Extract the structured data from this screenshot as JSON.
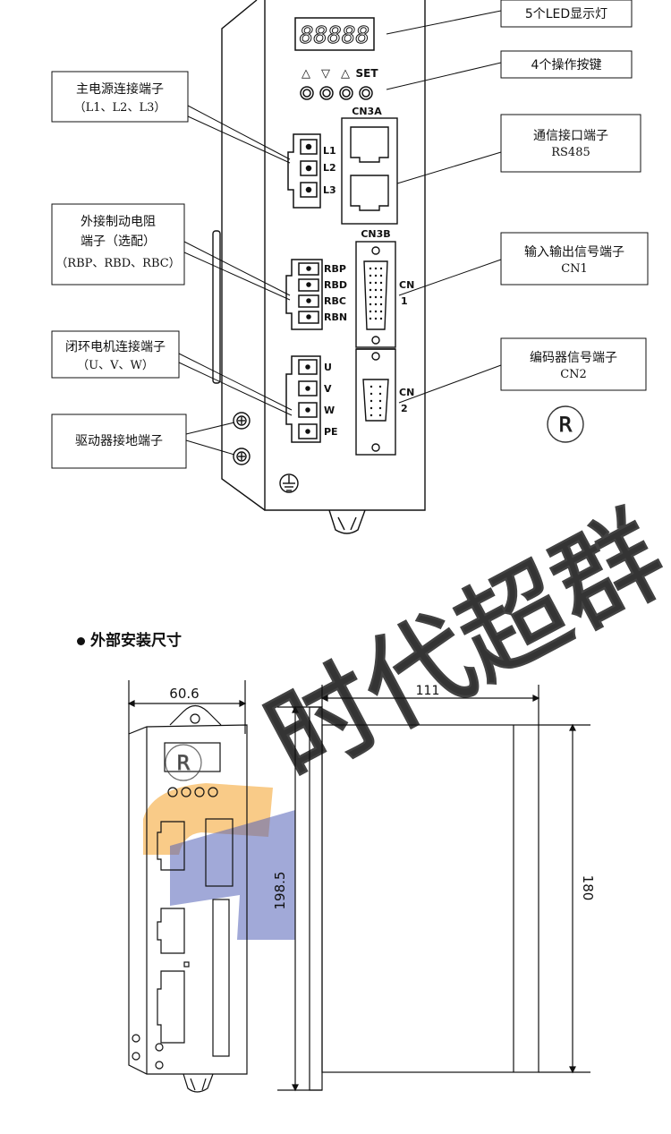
{
  "callouts": {
    "led": "5个LED显示灯",
    "keys": "4个操作按键",
    "main_power_line1": "主电源连接端子",
    "main_power_line2": "（L1、L2、L3）",
    "comm_line1": "通信接口端子",
    "comm_line2": "RS485",
    "brake_line1": "外接制动电阻",
    "brake_line2": "端子（选配）",
    "brake_line3": "（RBP、RBD、RBC）",
    "io_line1": "输入输出信号端子",
    "io_line2": "CN1",
    "motor_line1": "闭环电机连接端子",
    "motor_line2": "（U、V、W）",
    "encoder_line1": "编码器信号端子",
    "encoder_line2": "CN2",
    "ground": "驱动器接地端子"
  },
  "panel": {
    "led_digits": "88888",
    "key_symbols": [
      "△",
      "▽",
      "△",
      "SET"
    ],
    "cn3a": "CN3A",
    "cn3b": "CN3B",
    "power_pins": [
      "L1",
      "L2",
      "L3"
    ],
    "brake_pins": [
      "RBP",
      "RBD",
      "RBC",
      "RBN"
    ],
    "motor_pins": [
      "U",
      "V",
      "W",
      "PE"
    ],
    "cn1_label": "CN",
    "cn1_num": "1",
    "cn2_label": "CN",
    "cn2_num": "2",
    "registered_mark": "R"
  },
  "section_title": "外部安装尺寸",
  "dimensions": {
    "front_width": "60.6",
    "total_height": "198.5",
    "side_depth": "111",
    "side_height": "180"
  },
  "watermark": {
    "text": "时代超群",
    "colors": [
      "#f5a623",
      "#3f4fa0"
    ]
  }
}
